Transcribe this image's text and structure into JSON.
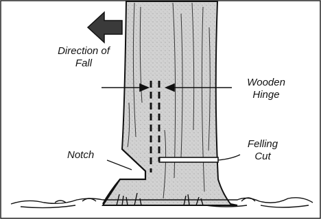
{
  "labels": {
    "direction_of_fall": [
      "Direction of",
      "Fall"
    ],
    "wooden_hinge": [
      "Wooden",
      "Hinge"
    ],
    "felling_cut": [
      "Felling",
      "Cut"
    ],
    "notch": "Notch"
  },
  "colors": {
    "line": "#111111",
    "trunk": "#cfcfcf",
    "arrow": "#3a3a3a",
    "frame": "#222222",
    "background": "#ffffff"
  }
}
